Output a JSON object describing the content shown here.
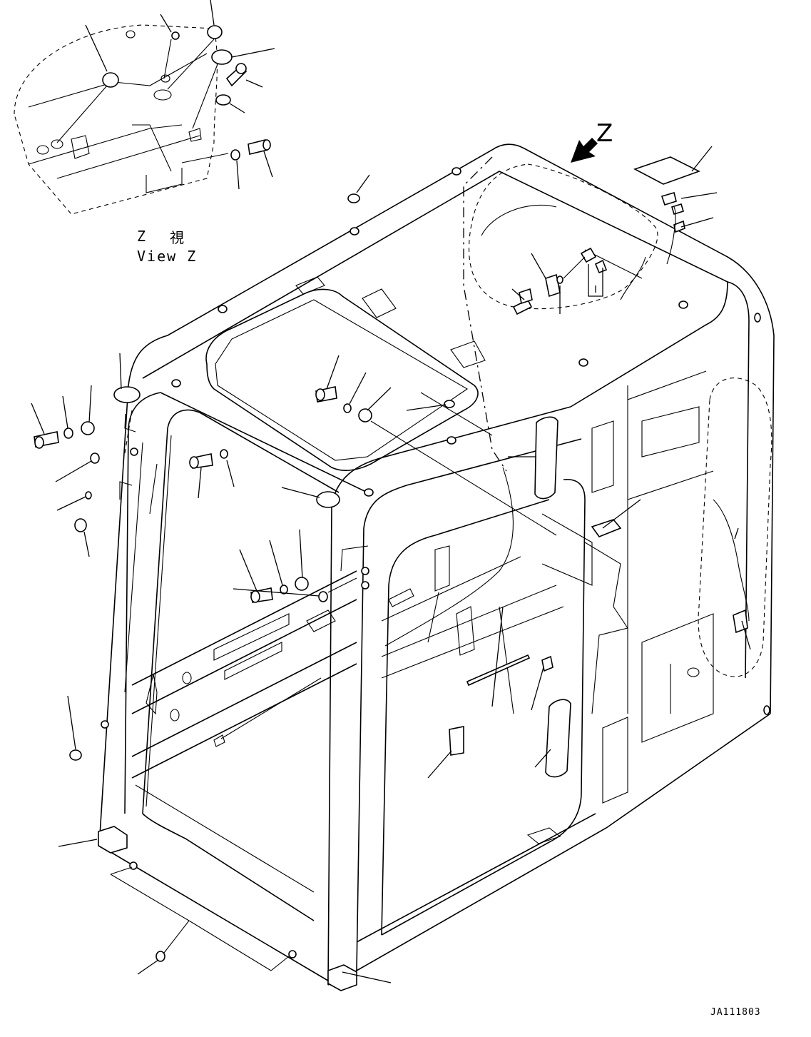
{
  "view": {
    "letter": "Z",
    "kanji": "視",
    "caption": "View Z"
  },
  "arrow_label": "Z",
  "drawing_code": "JA111803",
  "colors": {
    "line": "#000000",
    "background": "#ffffff"
  }
}
